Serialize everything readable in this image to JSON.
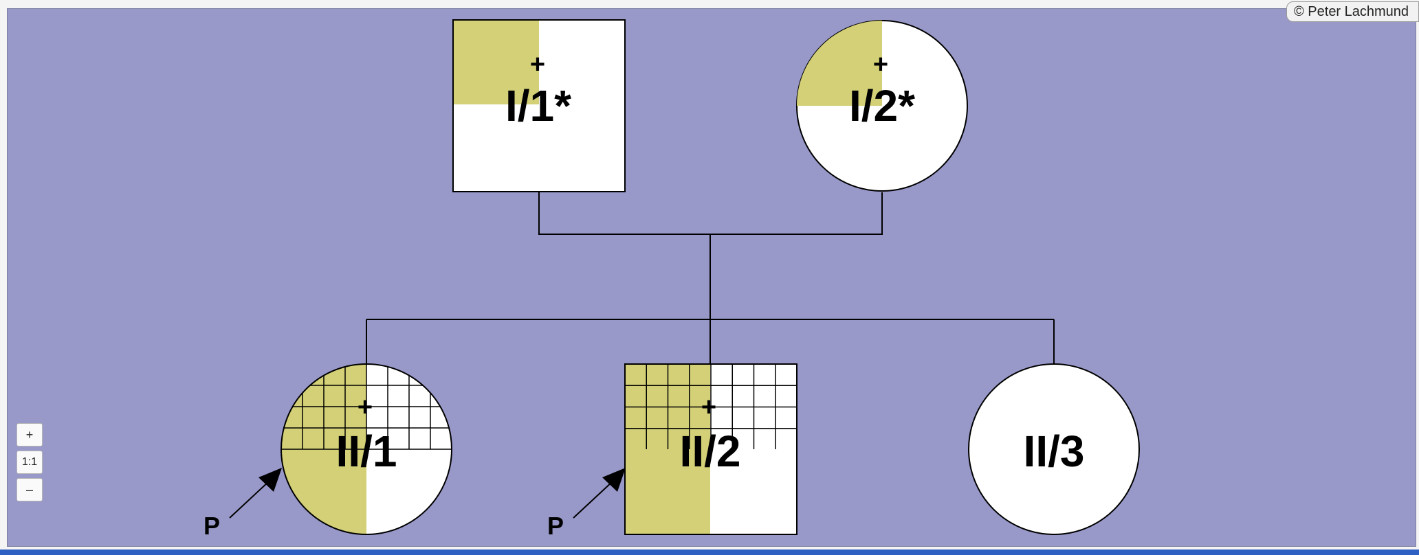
{
  "credit": "© Peter Lachmund",
  "colors": {
    "background": "#9899c9",
    "affected": "#d3d077",
    "unaffected": "#ffffff",
    "line": "#000000"
  },
  "zoom_controls": {
    "zoom_in": "+",
    "reset": "1:1",
    "zoom_out": "–"
  },
  "individuals": {
    "I_1": {
      "id": "I/1*",
      "sex": "male",
      "marker": "+",
      "affected_quadrants": "top-left",
      "grid": false
    },
    "I_2": {
      "id": "I/2*",
      "sex": "female",
      "marker": "+",
      "affected_quadrants": "top-left",
      "grid": false
    },
    "II_1": {
      "id": "II/1",
      "sex": "female",
      "marker": "+",
      "affected_quadrants": "top-left, bottom-left",
      "grid": true,
      "proband": "P"
    },
    "II_2": {
      "id": "II/2",
      "sex": "male",
      "marker": "+",
      "affected_quadrants": "top-left, bottom-left",
      "grid": true,
      "proband": "P"
    },
    "II_3": {
      "id": "II/3",
      "sex": "female",
      "marker": "",
      "affected_quadrants": "none",
      "grid": false
    }
  }
}
